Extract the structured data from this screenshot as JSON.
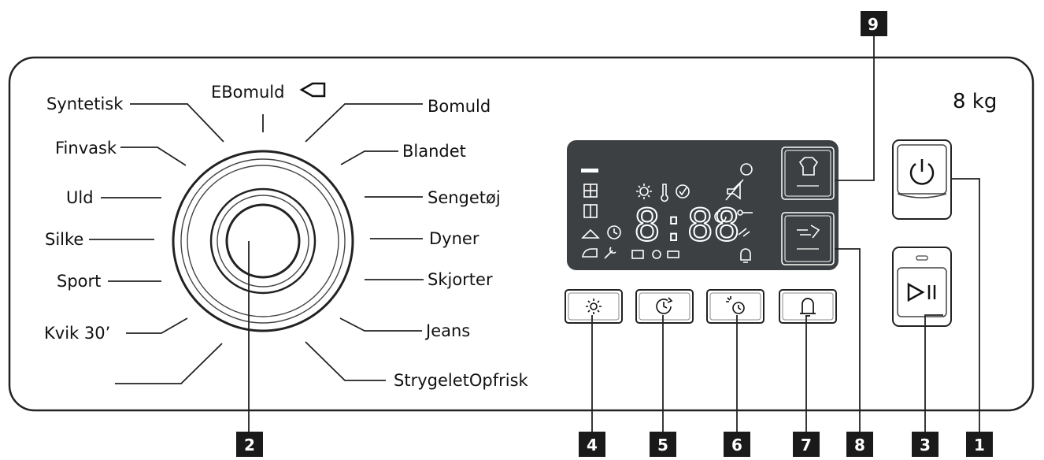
{
  "capacity": "8 kg",
  "programs": {
    "top": "EBomuld",
    "left": [
      "Syntetisk",
      "Finvask",
      "Uld",
      "Silke",
      "Sport",
      "Kvik 30’",
      ""
    ],
    "right": [
      "Bomuld",
      "Blandet",
      "Sengetøj",
      "Dyner",
      "Skjorter",
      "Jeans",
      "StrygeletOpfrisk"
    ]
  },
  "display": {
    "digits": "8:88"
  },
  "callouts": {
    "c1": "1",
    "c2": "2",
    "c3": "3",
    "c4": "4",
    "c5": "5",
    "c6": "6",
    "c7": "7",
    "c8": "8",
    "c9": "9"
  },
  "icons": {
    "buttons": [
      "temperature-icon",
      "delay-timer-icon",
      "spin-icon",
      "bell-icon"
    ],
    "panel_buttons": [
      "power-icon",
      "start-pause-icon"
    ],
    "touch_keys": [
      "steam-shirt-icon",
      "quick-wash-icon"
    ]
  },
  "colors": {
    "display": "#3c4043",
    "outline": "#222222",
    "callout_bg": "#1a1a1a"
  }
}
